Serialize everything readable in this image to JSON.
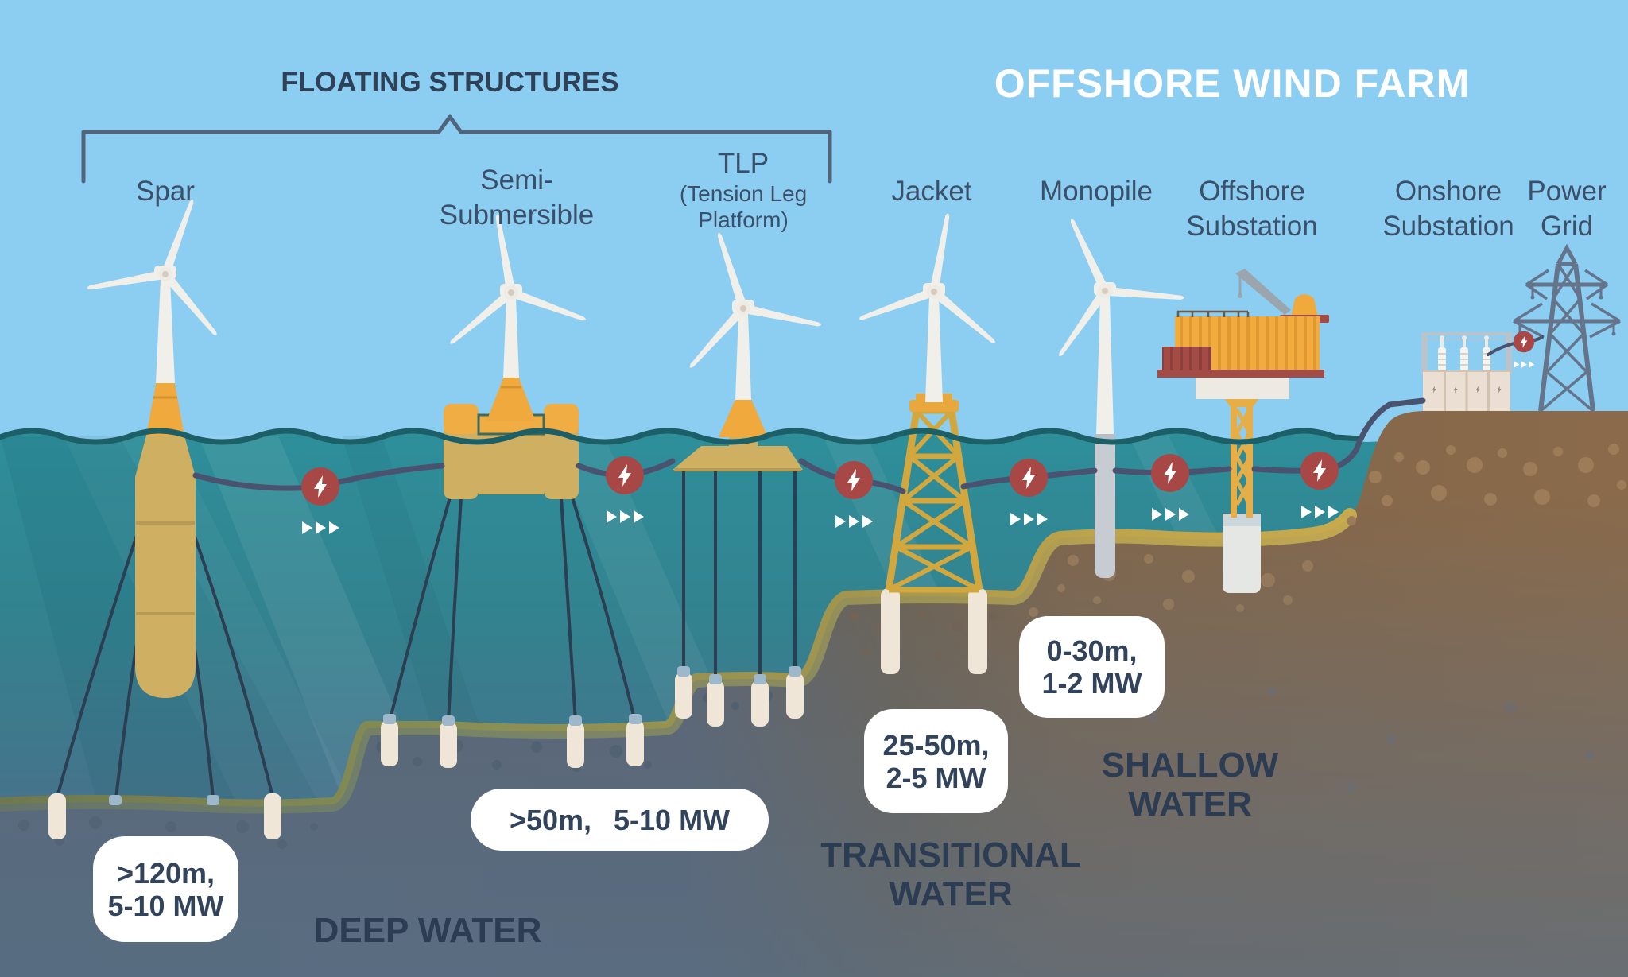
{
  "title": "OFFSHORE WIND FARM",
  "group_label": "FLOATING STRUCTURES",
  "structures": {
    "spar": {
      "label": "Spar"
    },
    "semi_submersible": {
      "label": "Semi-\nSubmersible"
    },
    "tlp": {
      "label": "TLP",
      "sublabel": "(Tension Leg\nPlatform)"
    },
    "jacket": {
      "label": "Jacket"
    },
    "monopile": {
      "label": "Monopile"
    },
    "offshore_substation": {
      "label": "Offshore\nSubstation"
    },
    "onshore_substation": {
      "label": "Onshore\nSubstation"
    },
    "power_grid": {
      "label": "Power\nGrid"
    }
  },
  "badges": {
    "spar_depth": ">120m,\n5-10 MW",
    "floating_depth": ">50m,  5-10 MW",
    "transitional_depth": "25-50m,\n2-5 MW",
    "shallow_depth": "0-30m,\n1-2 MW"
  },
  "zones": {
    "deep": "DEEP WATER",
    "transitional": "TRANSITIONAL\nWATER",
    "shallow": "SHALLOW\nWATER"
  },
  "icons": {
    "power_transfer": "lightning-icon",
    "flow_direction": "triple-chevron-right-icon"
  },
  "colors": {
    "sky": "#8ccdf2",
    "water_surface": "#2d8f9a",
    "water_deep": "#577089",
    "waterline": "#1d5f66",
    "structure_yellow": "#efa93c",
    "submerged_yellow": "#cfb062",
    "crust_olive": "#8a9156",
    "crust_gold": "#c3a74e",
    "soil_gray": "#5a6673",
    "soil_brown": "#8a6a4a",
    "node_red": "#a84846",
    "cable": "#49536f",
    "turbine_white": "#f0efea",
    "pylon_gray": "#64748a",
    "text_navy": "#3b5068",
    "zone_text": "#2c3c52",
    "title_text": "#ffffff",
    "badge_bg": "#ffffff"
  }
}
